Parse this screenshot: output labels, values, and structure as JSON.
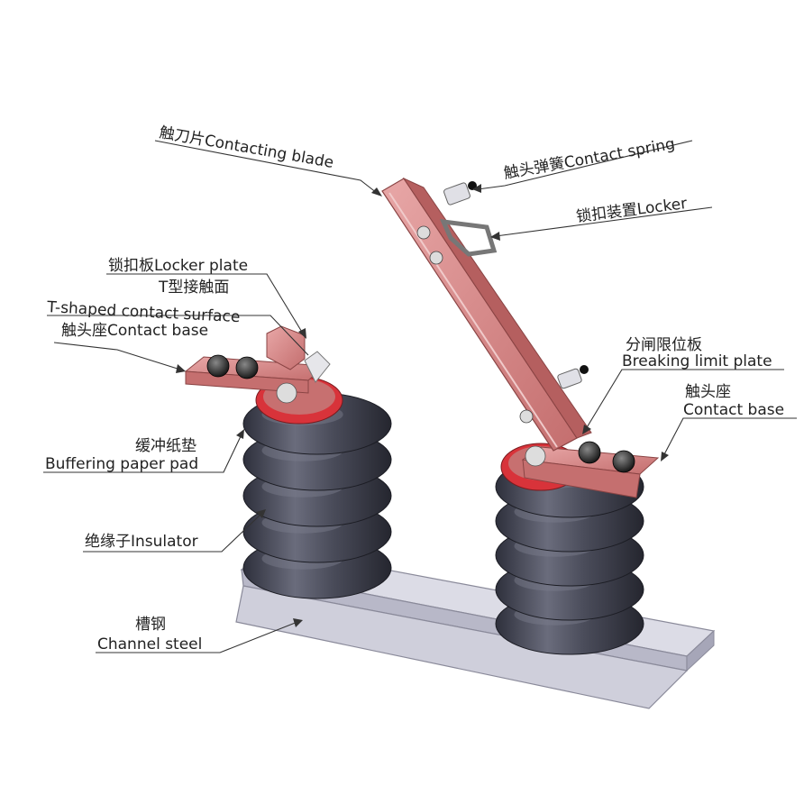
{
  "diagram": {
    "labels": {
      "contacting_blade": "触刀片Contacting blade",
      "contact_spring": "触头弹簧Contact spring",
      "locker": "锁扣装置Locker",
      "locker_plate": "锁扣板Locker plate",
      "t_shaped_cn": "T型接触面",
      "t_shaped_en": "T-shaped contact surface",
      "contact_base_left": "触头座Contact base",
      "breaking_cn": "分闸限位板",
      "breaking_en": "Breaking limit plate",
      "contact_base_right_cn": "触头座",
      "contact_base_right_en": "Contact base",
      "buffering_cn": "缓冲纸垫",
      "buffering_en": "Buffering paper pad",
      "insulator": "绝缘子Insulator",
      "channel_cn": "槽钢",
      "channel_en": "Channel steel"
    },
    "colors": {
      "copper": "#d98c8c",
      "copper_dark": "#b35f5f",
      "insulator": "#3f4150",
      "insulator_light": "#6a6c7c",
      "steel": "#c9c9d6",
      "steel_dark": "#9a9aac",
      "red_pad": "#d8333a"
    }
  }
}
